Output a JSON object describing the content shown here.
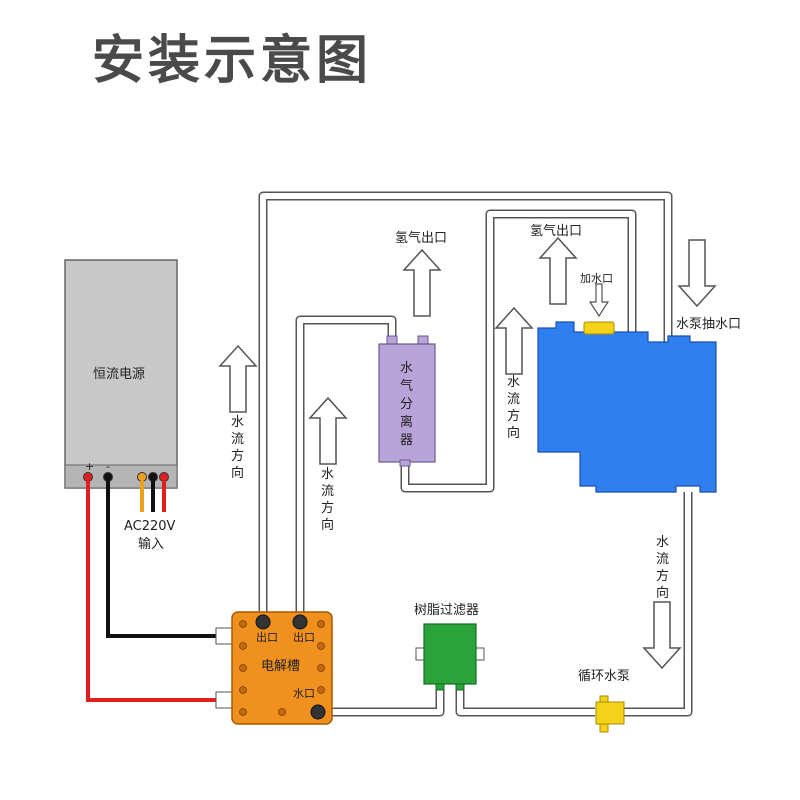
{
  "title": "安装示意图",
  "labels": {
    "power_supply": "恒流电源",
    "ac_input_1": "AC220V",
    "ac_input_2": "输入",
    "flow_direction_chars": [
      "水",
      "流",
      "方",
      "向"
    ],
    "separator_chars": [
      "水",
      "气",
      "分",
      "离",
      "器"
    ],
    "h2_outlet_1": "氢气出口",
    "h2_outlet_2": "氢气出口",
    "water_inlet": "加水口",
    "pump_suction": "水泵抽水口",
    "electrolyzer": "电解槽",
    "resin_filter": "树脂过滤器",
    "circulation_pump": "循环水泵",
    "port_label": "出口",
    "port_label_water": "水口"
  },
  "colors": {
    "power_box": "#c8c8c8",
    "power_box_border": "#666666",
    "electrolyzer": "#f0901e",
    "tank": "#2f7ff0",
    "separator": "#b8a4d8",
    "filter": "#2aa43a",
    "pump": "#f4d21a",
    "wire_red": "#e02020",
    "wire_black": "#111111",
    "wire_orange": "#f0a020",
    "pipe": "#555555"
  }
}
